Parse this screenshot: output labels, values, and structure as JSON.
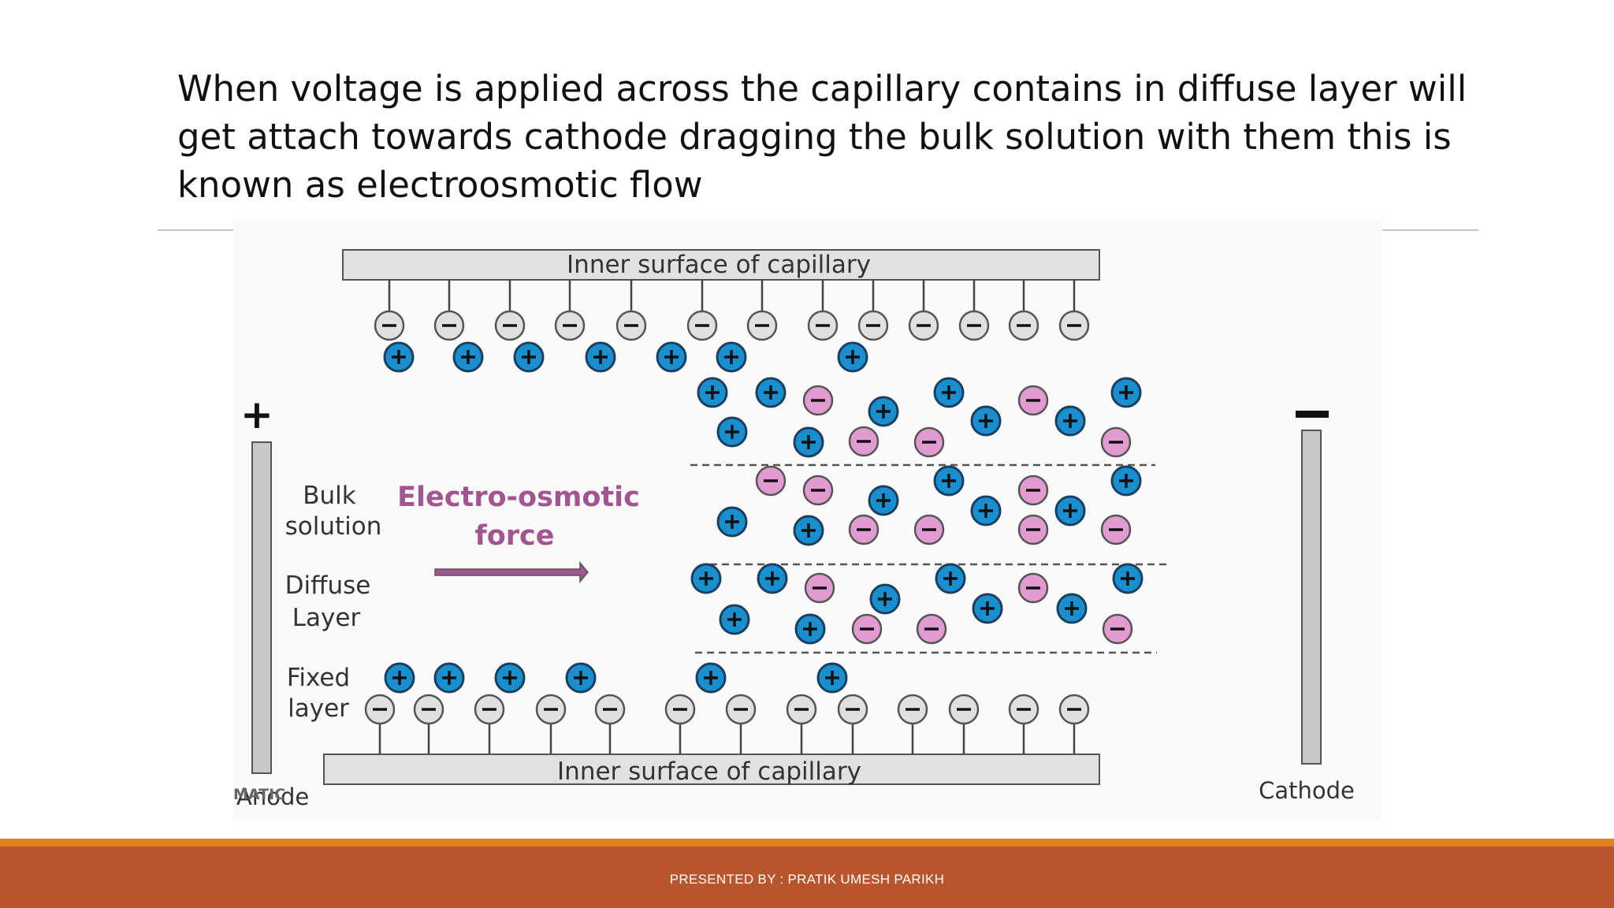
{
  "slide": {
    "heading": "When voltage is applied across the capillary contains in diffuse layer will get attach towards cathode dragging the bulk solution with them this is known as electroosmotic flow",
    "footer_text": "PRESENTED BY : PRATIK UMESH PARIKH"
  },
  "diagram": {
    "top_surface_label": "Inner surface of capillary",
    "bottom_surface_label": "Inner surface of capillary",
    "anode_sign": "+",
    "cathode_sign": "−",
    "anode_label": "Anode",
    "cathode_label": "Cathode",
    "bulk_label_line1": "Bulk",
    "bulk_label_line2": "solution",
    "diffuse_label_line1": "Diffuse",
    "diffuse_label_line2": "Layer",
    "fixed_label_line1": "Fixed",
    "fixed_label_line2": "layer",
    "force_label_line1": "Electro-osmotic",
    "force_label_line2": "force",
    "watermark": "MATIC",
    "colors": {
      "cation": "#1a8fd0",
      "fixed_anion": "#e0e0e0",
      "mobile_anion": "#e29bd0",
      "force": "#a2558f",
      "surface": "#e1e1e1"
    }
  }
}
